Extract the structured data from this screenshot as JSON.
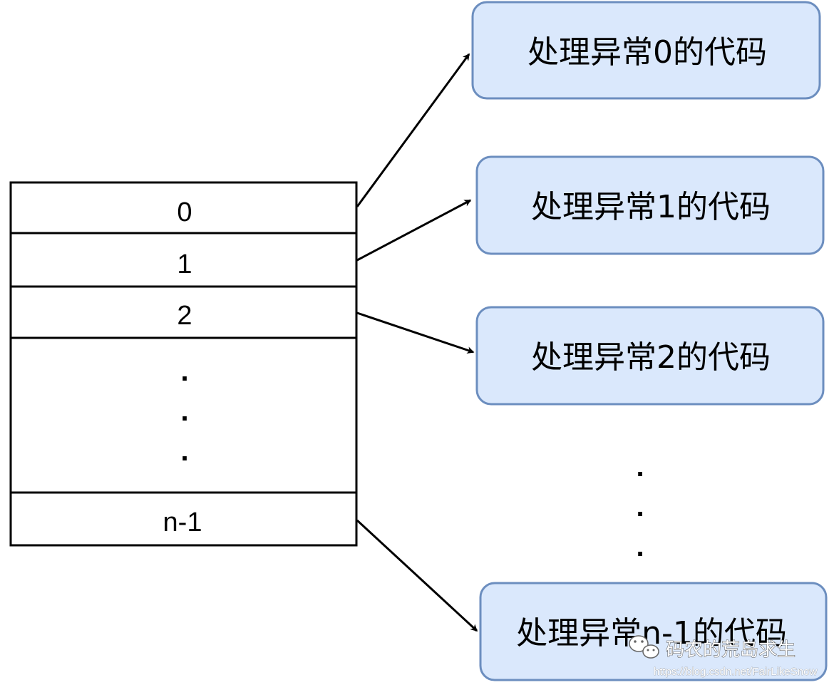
{
  "vector_table": {
    "entries": [
      "0",
      "1",
      "2",
      "n-1"
    ],
    "ellipsis": [
      ".",
      ".",
      "."
    ]
  },
  "handlers": [
    "处理异常0的代码",
    "处理异常1的代码",
    "处理异常2的代码",
    "处理异常n-1的代码"
  ],
  "handler_ellipsis": [
    ".",
    ".",
    "."
  ],
  "colors": {
    "handler_fill": "#dae8fc",
    "handler_border": "#6c8ebf",
    "line": "#000000"
  },
  "watermark": {
    "name": "码农的荒岛求生",
    "url": "https://blog.csdn.net/FairLikeSnow"
  }
}
